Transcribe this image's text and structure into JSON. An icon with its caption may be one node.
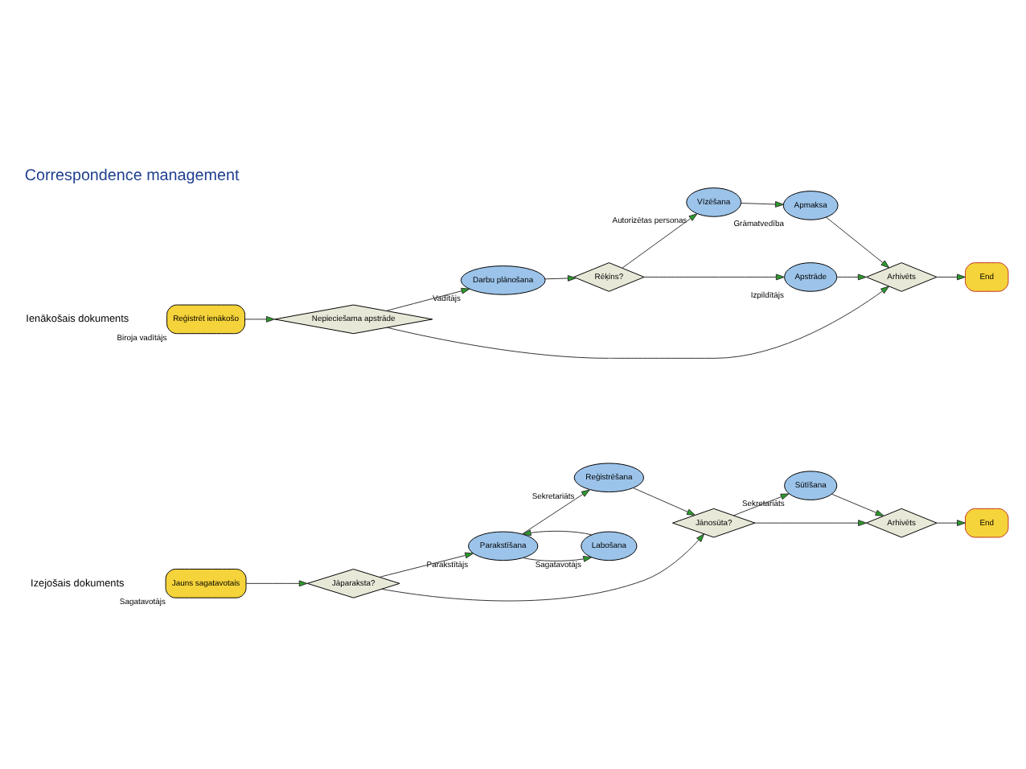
{
  "diagram": {
    "title": "Correspondence management",
    "nodes": [
      {
        "text": [
          "Reģistrēt ienākošo"
        ],
        "beside": [
          "Biroja vadītājs"
        ]
      },
      {
        "text": [
          "Nepieciešama apstrāde"
        ]
      },
      {
        "text": [
          "Darbu plānošana"
        ],
        "beside": [
          "Vadītājs"
        ]
      },
      {
        "text": [
          "Rēķins?"
        ]
      },
      {
        "text": [
          "Vīzēšana"
        ],
        "beside": [
          "Autorizētas personas"
        ]
      },
      {
        "text": [
          "Apmaksa"
        ],
        "beside": [
          "Grāmatvedība"
        ]
      },
      {
        "text": [
          "Apstrāde"
        ],
        "beside": [
          "Izpildītājs"
        ]
      },
      {
        "text": [
          "Arhivēts"
        ]
      },
      {
        "text": [
          "End"
        ]
      },
      {
        "text": [
          "Jauns sagatavotais"
        ],
        "beside": [
          "Sagatavotājs"
        ]
      },
      {
        "text": [
          "Jāparaksta?"
        ]
      },
      {
        "text": [
          "Parakstīšana"
        ],
        "beside": [
          "Parakstītājs"
        ]
      },
      {
        "text": [
          "Reģistrēšana"
        ],
        "beside": [
          "Sekretariāts"
        ]
      },
      {
        "text": [
          "Jānosūta?"
        ]
      },
      {
        "text": [
          "Labošana"
        ],
        "beside": [
          "Sagatavotājs"
        ]
      },
      {
        "text": [
          "Sūtīšana"
        ],
        "beside": [
          "Sekretariāts"
        ]
      },
      {
        "text": [
          "Arhivēts"
        ]
      },
      {
        "text": [
          "End"
        ]
      }
    ],
    "edges": [
      {
        "from": 0,
        "to": 1,
        "arrow": "to"
      },
      {
        "from": 1,
        "to": 2,
        "arrow": "to"
      },
      {
        "from": 1,
        "to": 7,
        "arrow": "to"
      },
      {
        "from": 2,
        "to": 3,
        "arrow": "to"
      },
      {
        "from": 3,
        "to": 4,
        "arrow": "to"
      },
      {
        "from": 3,
        "to": 6,
        "arrow": "to"
      },
      {
        "from": 4,
        "to": 5,
        "arrow": "to"
      },
      {
        "from": 5,
        "to": 7,
        "arrow": "to"
      },
      {
        "from": 6,
        "to": 7,
        "arrow": "to"
      },
      {
        "from": 7,
        "to": 8,
        "arrow": "to"
      },
      {
        "from": 9,
        "to": 10,
        "arrow": "to"
      },
      {
        "from": 10,
        "to": 11,
        "arrow": "to"
      },
      {
        "from": 10,
        "to": 13,
        "arrow": "to"
      },
      {
        "from": 11,
        "to": 12,
        "arrow": "to"
      },
      {
        "from": 11,
        "to": 14,
        "arrow": "to"
      },
      {
        "from": 14,
        "to": 11,
        "arrow": "to"
      },
      {
        "from": 12,
        "to": 13,
        "arrow": "to"
      },
      {
        "from": 13,
        "to": 15,
        "arrow": "to"
      },
      {
        "from": 13,
        "to": 16,
        "arrow": "to"
      },
      {
        "from": 15,
        "to": 16,
        "arrow": "to"
      },
      {
        "from": 16,
        "to": 17,
        "arrow": "to"
      }
    ],
    "labels": [
      "Ienākošais dokuments",
      "Izejošais dokuments"
    ]
  }
}
